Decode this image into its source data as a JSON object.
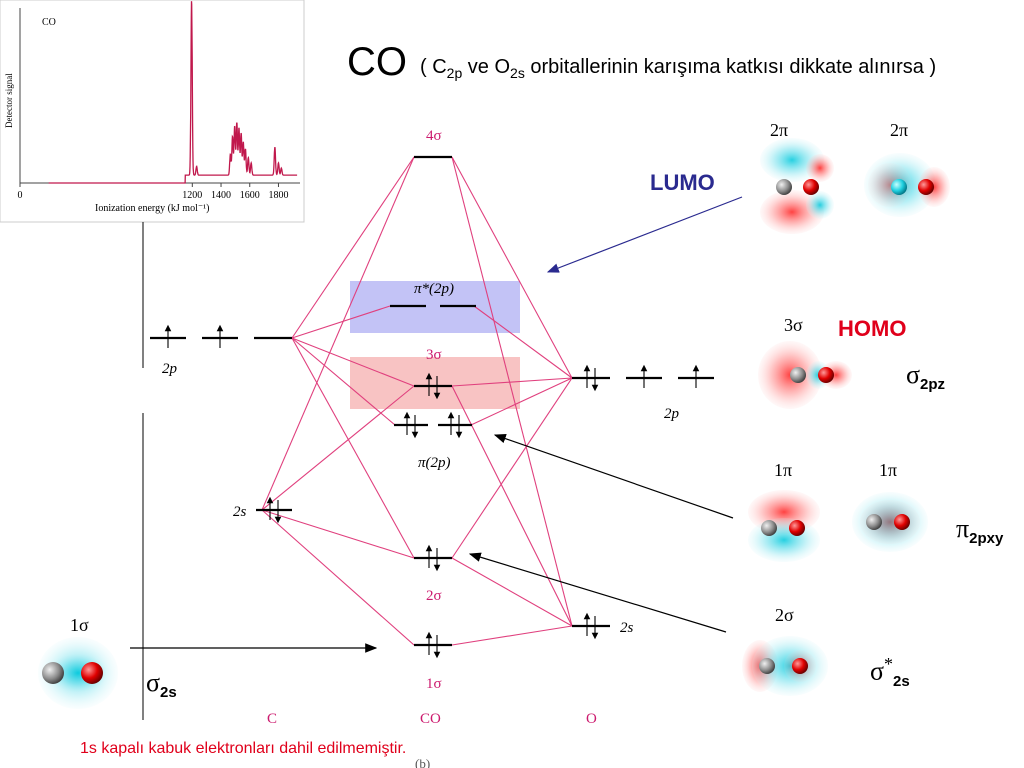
{
  "title": {
    "molecule": "CO",
    "note_open": "( C",
    "note_sub1": "2p",
    "note_mid": " ve O",
    "note_sub2": "2s",
    "note_rest": " orbitallerinin karışıma katkısı dikkate alınırsa )"
  },
  "spectrum": {
    "label": "CO",
    "ylabel": "Detector signal",
    "xlabel": "Ionization energy (kJ mol⁻¹)",
    "ticks": [
      "0",
      "1200",
      "1400",
      "1600",
      "1800"
    ]
  },
  "chart_data": {
    "type": "line",
    "title": "",
    "xlabel": "Ionization energy (kJ mol⁻¹)",
    "ylabel": "Detector signal",
    "series_label": "CO",
    "xlim": [
      0,
      1950
    ],
    "x_ticks": [
      0,
      1200,
      1400,
      1600,
      1800
    ],
    "grid": false,
    "peaks": [
      {
        "x": 1195,
        "height": 1.0
      },
      {
        "x": 1230,
        "height": 0.05
      },
      {
        "x": 1465,
        "height": 0.12
      },
      {
        "x": 1480,
        "height": 0.22
      },
      {
        "x": 1495,
        "height": 0.28
      },
      {
        "x": 1510,
        "height": 0.3
      },
      {
        "x": 1525,
        "height": 0.27
      },
      {
        "x": 1540,
        "height": 0.24
      },
      {
        "x": 1555,
        "height": 0.19
      },
      {
        "x": 1570,
        "height": 0.15
      },
      {
        "x": 1590,
        "height": 0.1
      },
      {
        "x": 1610,
        "height": 0.07
      },
      {
        "x": 1775,
        "height": 0.16
      },
      {
        "x": 1800,
        "height": 0.07
      },
      {
        "x": 1820,
        "height": 0.04
      }
    ]
  },
  "diagram": {
    "column_labels": {
      "c": "C",
      "co": "CO",
      "o": "O",
      "extra": "(b)"
    },
    "level_labels": {
      "c_2p": "2p",
      "c_2s": "2s",
      "o_2p": "2p",
      "o_2s": "2s",
      "s4": "4σ",
      "pistar": "π*(2p)",
      "s3": "3σ",
      "pi": "π(2p)",
      "s2": "2σ",
      "s1": "1σ"
    },
    "orbitals": {
      "o2pi_a": "2π",
      "o2pi_b": "2π",
      "o3s": "3σ",
      "o1pi_a": "1π",
      "o1pi_b": "1π",
      "o2s": "2σ",
      "o1s": "1σ"
    },
    "colors": {
      "lines": "#e0407e",
      "level_text": "#cc1a6e",
      "lumo_box": "#b8b8f5",
      "homo_box": "#f7b8b8",
      "arrow_blue": "#2a2a8f"
    }
  },
  "labels": {
    "lumo": "LUMO",
    "homo": "HOMO",
    "sigma_2pz_sym": "σ",
    "sigma_2pz_sub": "2pz",
    "pi_2pxy_sym": "π",
    "pi_2pxy_sub": "2pxy",
    "sigma_star_sym": "σ",
    "sigma_star_sup": "*",
    "sigma_star_sub": "2s",
    "sigma_2s_sym": "σ",
    "sigma_2s_sub": "2s"
  },
  "footnote": "1s kapalı kabuk elektronları dahil edilmemiştir."
}
